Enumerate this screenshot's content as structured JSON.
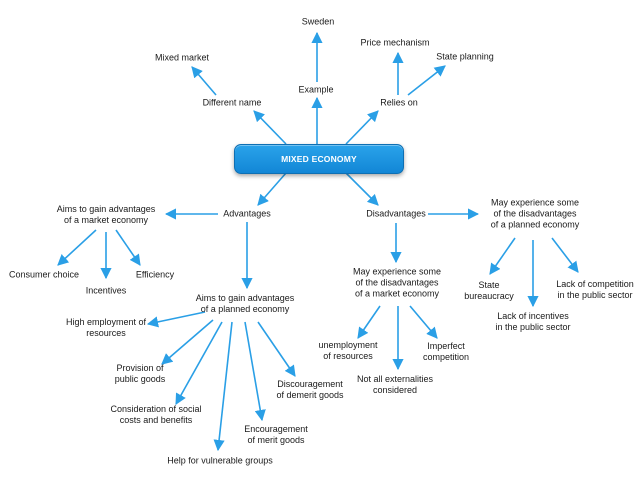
{
  "concept_map": {
    "center": "MIXED ECONOMY",
    "sweden": "Sweden",
    "example": "Example",
    "mixed_market": "Mixed market",
    "different_name": "Different name",
    "price_mechanism": "Price mechanism",
    "state_planning": "State planning",
    "relies_on": "Relies on",
    "advantages": "Advantages",
    "disadvantages": "Disadvantages",
    "aims_market": [
      "Aims to gain advantages",
      "of a market economy"
    ],
    "consumer_choice": "Consumer choice",
    "incentives": "Incentives",
    "efficiency": "Efficiency",
    "aims_planned": [
      "Aims to gain advantages",
      "of a planned economy"
    ],
    "high_employment": [
      "High employment of",
      "resources"
    ],
    "provision": [
      "Provision of",
      "public goods"
    ],
    "consideration": [
      "Consideration of social",
      "costs and benefits"
    ],
    "help_vulnerable": "Help for vulnerable groups",
    "encouragement": [
      "Encouragement",
      "of merit goods"
    ],
    "discouragement": [
      "Discouragement",
      "of demerit goods"
    ],
    "may_market": [
      "May experience some",
      "of the disadvantages",
      "of a market economy"
    ],
    "unemployment": [
      "unemployment",
      "of resources"
    ],
    "not_all_externalities": [
      "Not all externalities",
      "considered"
    ],
    "imperfect_competition": [
      "Imperfect",
      "competition"
    ],
    "may_planned": [
      "May experience some",
      "of the disadvantages",
      "of a planned economy"
    ],
    "state_bureaucracy": [
      "State",
      "bureaucracy"
    ],
    "lack_incentives": [
      "Lack of incentives",
      "in the public sector"
    ],
    "lack_competition": [
      "Lack of competition",
      "in the public sector"
    ]
  },
  "colors": {
    "arrow": "#2a9fe6",
    "center_fill": "#1a90dd",
    "text": "#1a1a1a"
  }
}
